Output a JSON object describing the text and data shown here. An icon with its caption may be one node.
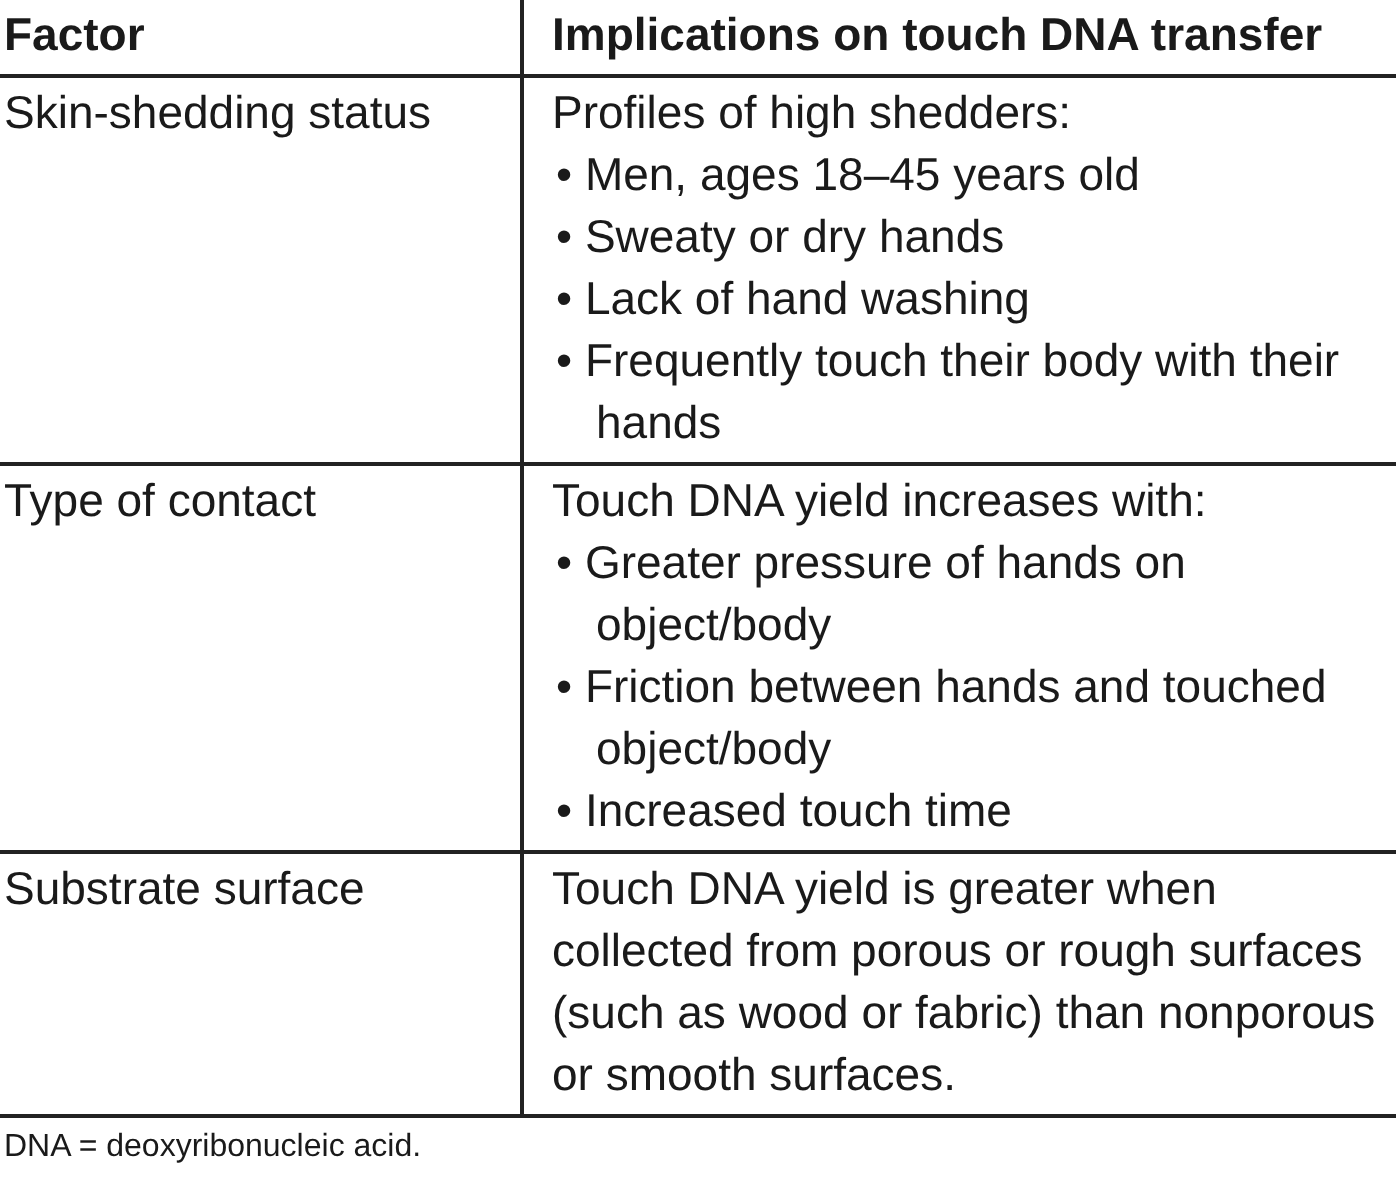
{
  "diagram": {
    "labels": [
      "Factor",
      "Implications on touch DNA transfer",
      "Skin-shedding status",
      "Profiles of high shedders:",
      "• Men, ages 18–45 years old",
      "• Sweaty or dry hands",
      "• Lack of hand washing",
      "• Frequently touch their body with their hands",
      "Type of contact",
      "Touch DNA yield increases with:",
      "• Greater pressure of hands on object/body",
      "• Friction between hands and touched object/body",
      "• Increased touch time",
      "Substrate surface",
      "Touch DNA yield is greater when collected from porous or rough surfaces (such as wood or fabric) than nonporous or smooth surfaces.",
      "DNA = deoxyribonucleic acid."
    ]
  }
}
